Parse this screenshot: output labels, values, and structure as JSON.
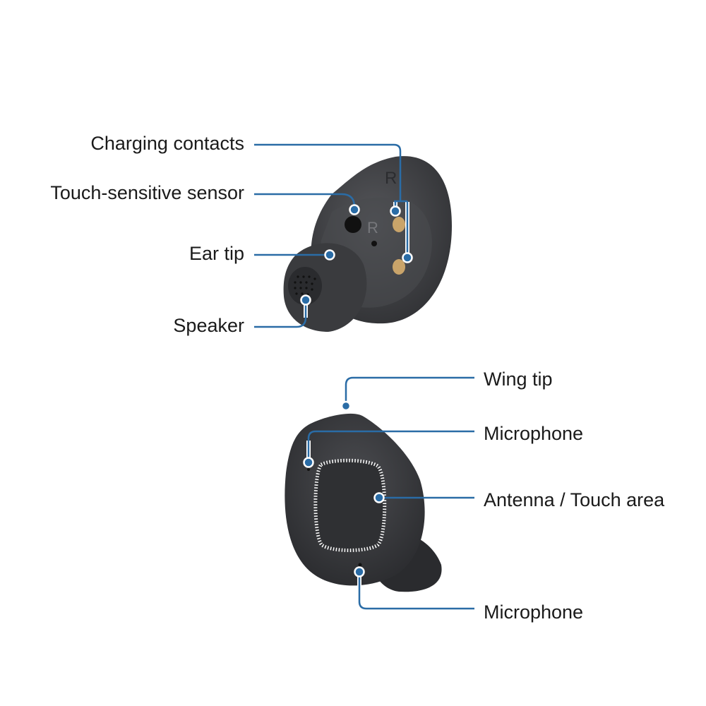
{
  "colors": {
    "callout": "#2a6ca6",
    "body": "#3d3e41",
    "contact": "#c9a46a"
  },
  "top_earbud": {
    "marking_wing": "R",
    "marking_center": "R",
    "labels": [
      "Charging contacts",
      "Touch-sensitive sensor",
      "Ear tip",
      "Speaker"
    ]
  },
  "bottom_earbud": {
    "labels": [
      "Wing tip",
      "Microphone",
      "Antenna / Touch area",
      "Microphone"
    ]
  }
}
